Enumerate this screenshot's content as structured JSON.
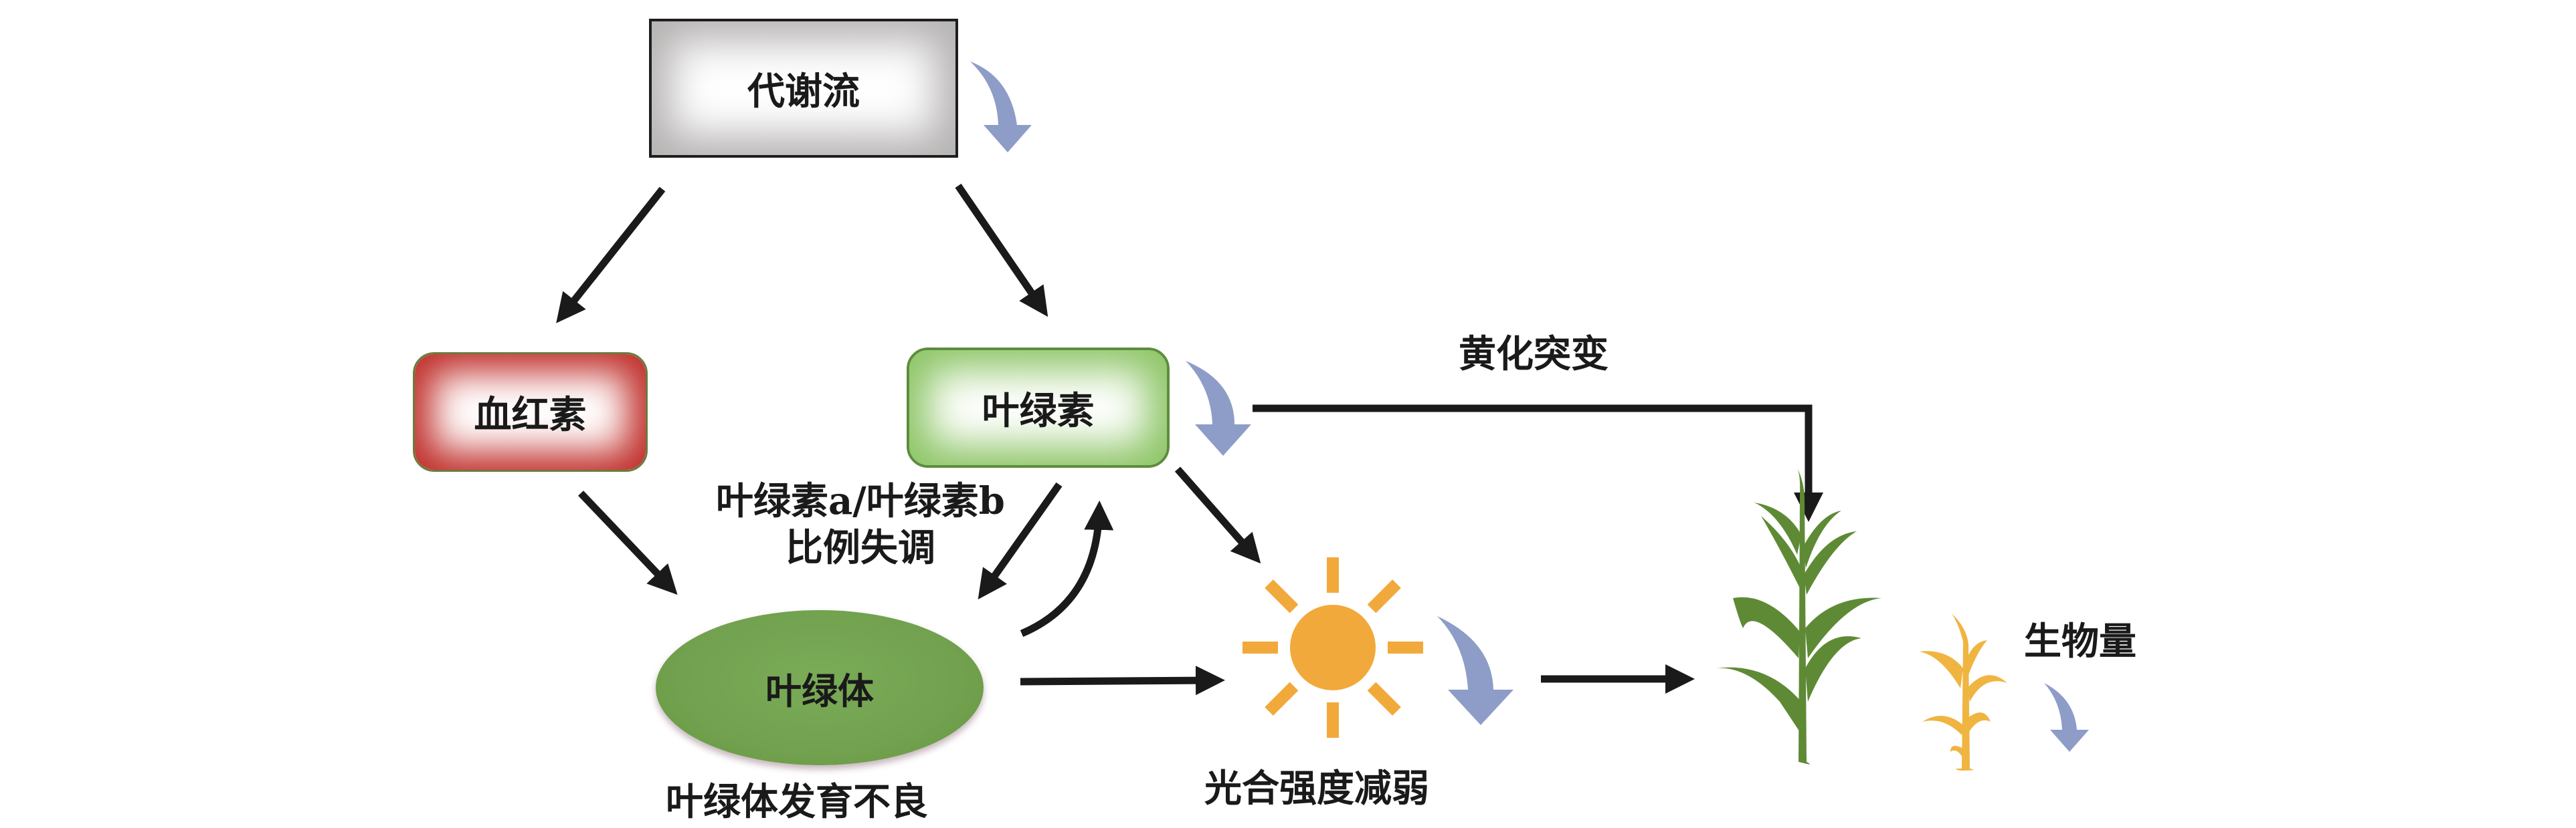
{
  "nodes": {
    "metabolic_flux": "代谢流",
    "heme": "血红素",
    "chlorophyll": "叶绿素",
    "chloroplast": "叶绿体"
  },
  "labels": {
    "ratio_line1": "叶绿素a/叶绿素b",
    "ratio_line2": "比例失调",
    "chloroplast_poor_development": "叶绿体发育不良",
    "photosynthesis_weakened": "光合强度减弱",
    "etiolation_mutation": "黄化突变",
    "biomass": "生物量"
  },
  "indicators": {
    "metabolic_flux": "decrease",
    "chlorophyll": "decrease",
    "photosynthesis": "decrease",
    "biomass": "decrease"
  },
  "icons": {
    "sun": "sun-icon",
    "healthy_plant": "green-plant-icon",
    "etiolated_plant": "yellow-plant-icon",
    "decrease_arrow": "curved-down-arrow-icon"
  },
  "colors": {
    "heme": "#c0302c",
    "chlorophyll": "#8dc566",
    "chloroplast": "#76a653",
    "sun": "#f2a93b",
    "healthy_plant": "#5f8a35",
    "etiolated_plant": "#f0b441",
    "decrease_arrow": "#8e9cc8",
    "arrow": "#1a1a1a"
  }
}
